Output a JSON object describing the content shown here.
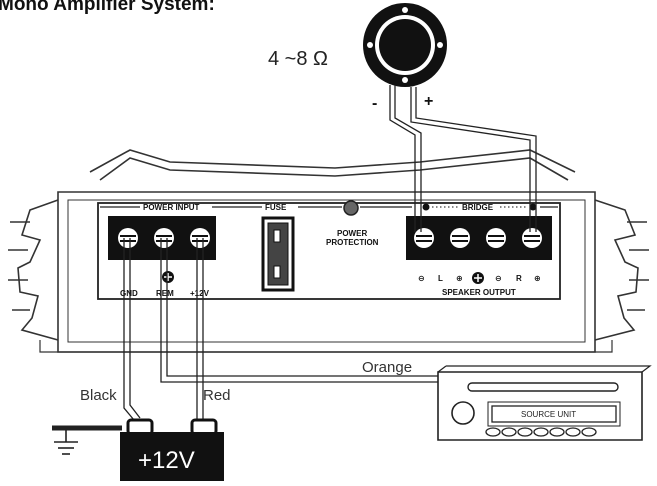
{
  "diagram": {
    "title": "Mono Amplifier System:",
    "impedance": "4 ~8 Ω",
    "speaker_minus": "-",
    "speaker_plus": "+",
    "power_input_label": "POWER INPUT",
    "fuse_label": "FUSE",
    "power_protection_line1": "POWER",
    "power_protection_line2": "PROTECTION",
    "bridge_label": "BRIDGE",
    "power_terminals": [
      "GND",
      "REM",
      "+12V"
    ],
    "speaker_polarity": [
      "⊖",
      "L",
      "⊕",
      "⊖",
      "R",
      "⊕"
    ],
    "speaker_output_label": "SPEAKER OUTPUT",
    "wire_black": "Black",
    "wire_red": "Red",
    "wire_orange": "Orange",
    "battery_label": "+12V",
    "source_unit_label": "SOURCE UNIT"
  }
}
